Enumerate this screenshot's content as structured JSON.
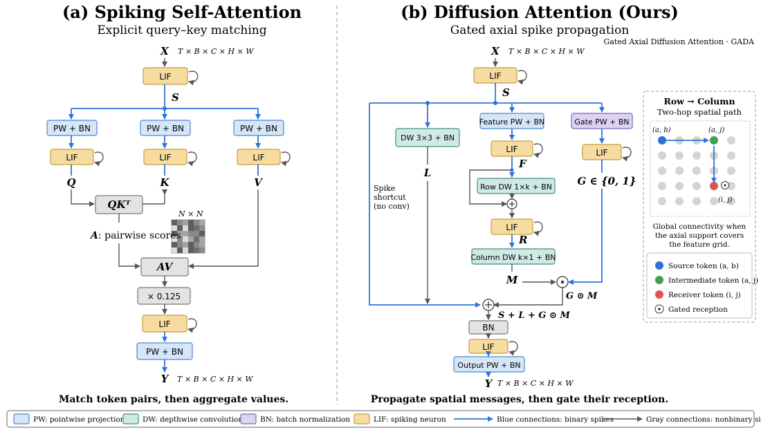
{
  "left": {
    "title": "(a) Spiking Self-Attention",
    "subtitle": "Explicit query–key matching",
    "input_var": "X",
    "input_shape": "T × B × C × H × W",
    "lif": "LIF",
    "s": "S",
    "pwbn": "PW + BN",
    "q": "Q",
    "k": "K",
    "v": "V",
    "qk": "QKᵀ",
    "nxn": "N × N",
    "a_label": "A",
    "a_text": ": pairwise scores",
    "av": "AV",
    "scale": "× 0.125",
    "output_var": "Y",
    "output_shape": "T × B × C × H × W",
    "caption": "Match token pairs, then aggregate values."
  },
  "right": {
    "title": "(b) Diffusion Attention (Ours)",
    "subtitle": "Gated axial spike propagation",
    "tag": "Gated Axial Diffusion Attention · GADA",
    "input_var": "X",
    "input_shape": "T × B × C × H × W",
    "lif": "LIF",
    "s": "S",
    "dw": "DW 3×3 + BN",
    "feature_pw": "Feature PW + BN",
    "gate_pw": "Gate PW + BN",
    "f": "F",
    "l": "L",
    "g": "G ∈ {0, 1}",
    "shortcut": [
      "Spike",
      "shortcut",
      "(no conv)"
    ],
    "row_dw": "Row DW 1×k + BN",
    "r": "R",
    "col_dw": "Column DW k×1 + BN",
    "m": "M",
    "gm": "G ⊙ M",
    "sum": "S + L + G ⊙ M",
    "bn": "BN",
    "out_pw": "Output PW + BN",
    "output_var": "Y",
    "output_shape": "T × B × C × H × W",
    "caption": "Propagate spatial messages, then gate their reception."
  },
  "inset": {
    "title": "Row → Column",
    "subtitle": "Two-hop spatial path",
    "src_label": "(a, b)",
    "mid_label": "(a, j)",
    "dst_label": "(i, j)",
    "note": [
      "Global connectivity when",
      "the axial support covers",
      "the feature grid."
    ],
    "legend": [
      {
        "label": "Source token (a, b)",
        "color": "#2f6fd6"
      },
      {
        "label": "Intermediate token (a, j)",
        "color": "#3fa34d"
      },
      {
        "label": "Receiver token (i, j)",
        "color": "#e05252"
      },
      {
        "label": "Gated reception",
        "color": "#ffffff"
      }
    ]
  },
  "legend": {
    "pw": "PW:  pointwise projection",
    "dw": "DW:  depthwise convolution",
    "bn": "BN:  batch normalization",
    "lif": "LIF:  spiking neuron",
    "blue": "Blue connections: binary spikes",
    "gray": "Gray connections: nonbinary signals"
  },
  "colors": {
    "pw": "#d6e6f9",
    "dw": "#cfe9e5",
    "bn": "#ddd4f3",
    "lif": "#f7dca2",
    "blue_line": "#2f73d8",
    "gray_line": "#555555"
  }
}
